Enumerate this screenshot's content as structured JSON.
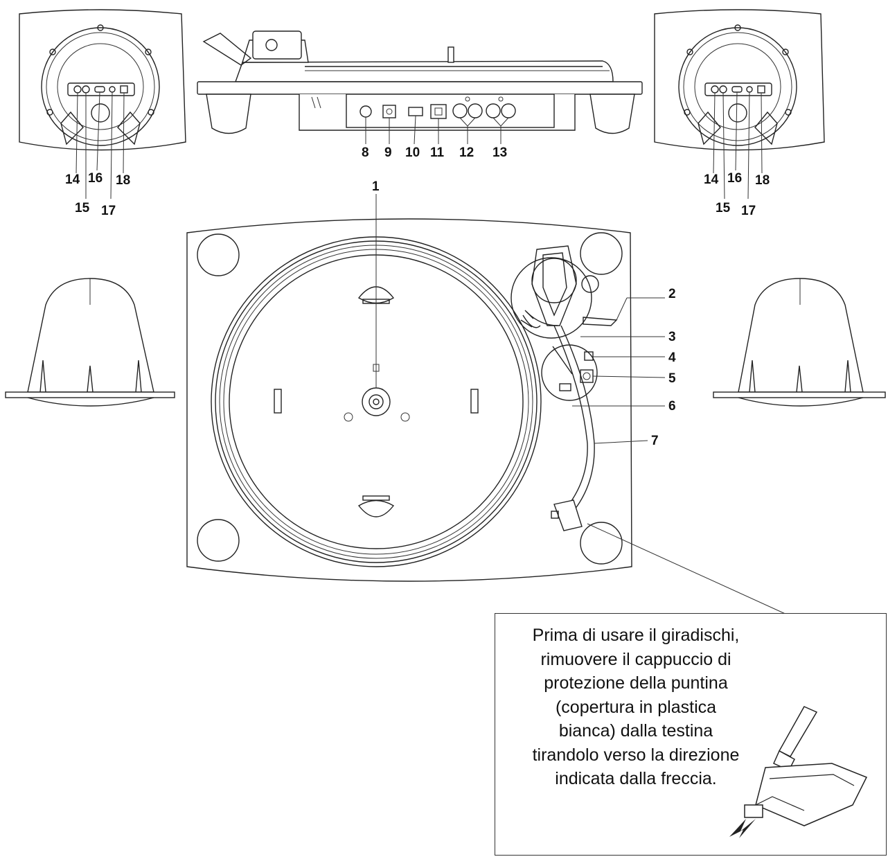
{
  "diagram": {
    "callouts": {
      "c1": "1",
      "c2": "2",
      "c3": "3",
      "c4": "4",
      "c5": "5",
      "c6": "6",
      "c7": "7",
      "c8": "8",
      "c9": "9",
      "c10": "10",
      "c11": "11",
      "c12": "12",
      "c13": "13",
      "c14": "14",
      "c15": "15",
      "c16": "16",
      "c17": "17",
      "c18": "18"
    },
    "notice": {
      "text": "Prima di usare il giradischi,\nrimuovere il cappuccio di\nprotezione della puntina\n(copertura in plastica\nbianca) dalla testina\ntirandolo verso la direzione\nindicata dalla freccia."
    }
  }
}
